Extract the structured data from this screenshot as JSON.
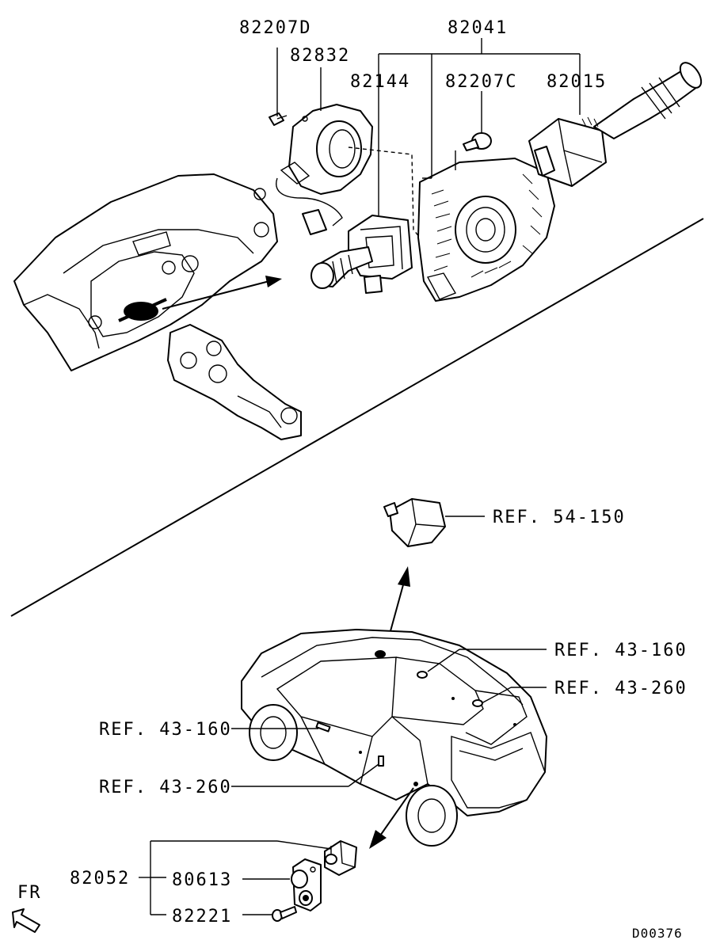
{
  "parts": {
    "p82207D": "82207D",
    "p82832": "82832",
    "p82041": "82041",
    "p82144": "82144",
    "p82207C": "82207C",
    "p82015": "82015",
    "p82052": "82052",
    "p80613": "80613",
    "p82221": "82221"
  },
  "refs": {
    "ref_54_150": "REF. 54-150",
    "ref_43_160_right": "REF. 43-160",
    "ref_43_260_right": "REF. 43-260",
    "ref_43_160_left": "REF. 43-160",
    "ref_43_260_left": "REF. 43-260"
  },
  "orientation": {
    "front_label": "FR"
  },
  "diagram_code": "D00376"
}
